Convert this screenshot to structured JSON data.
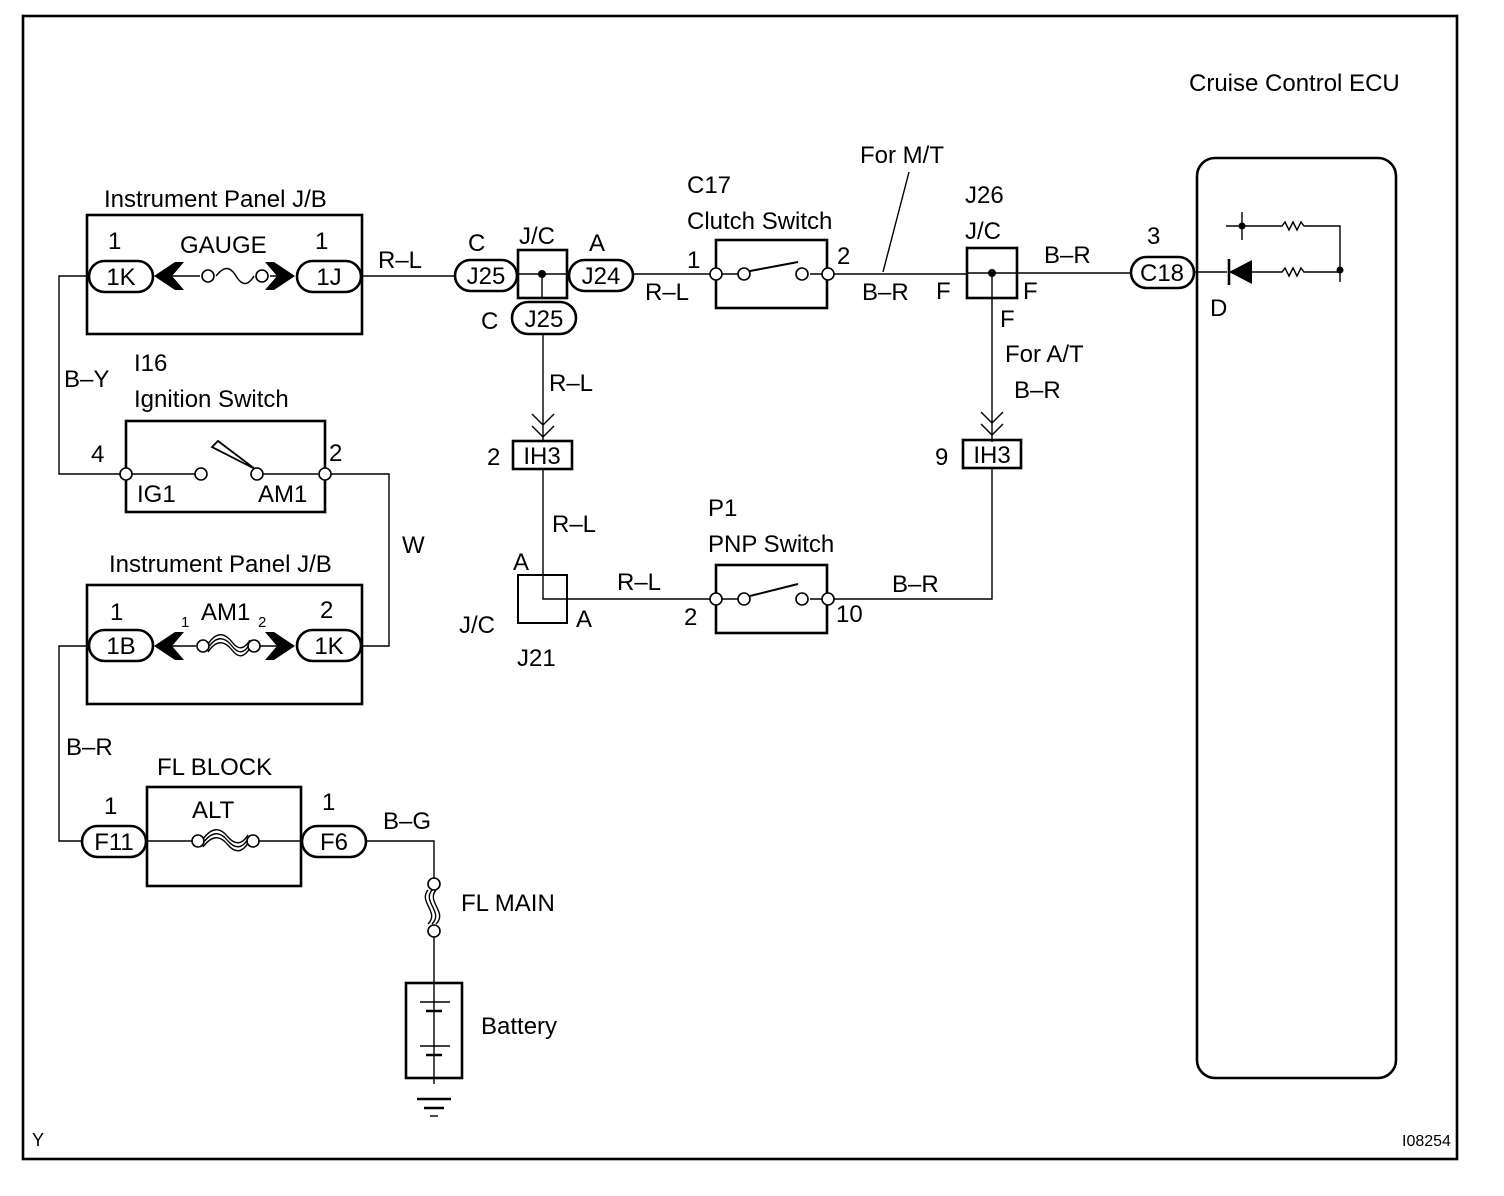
{
  "frame": {
    "corner_left": "Y",
    "corner_right": "I08254"
  },
  "ecu": {
    "title": "Cruise Control ECU",
    "connector": "C18",
    "pin": "3",
    "terminal": "D"
  },
  "jb_gauge": {
    "title": "Instrument Panel J/B",
    "fuse": "GAUGE",
    "left_connector": "1K",
    "left_pin": "1",
    "right_connector": "1J",
    "right_pin": "1"
  },
  "ignition": {
    "code": "I16",
    "title": "Ignition Switch",
    "left_pin": "4",
    "right_pin": "2",
    "left_terminal": "IG1",
    "right_terminal": "AM1"
  },
  "jb_am1": {
    "title": "Instrument Panel J/B",
    "fuse": "AM1",
    "fuse_pin_left": "1",
    "fuse_pin_right": "2",
    "left_connector": "1B",
    "left_pin": "1",
    "right_connector": "1K",
    "right_pin": "2"
  },
  "fl_block": {
    "title": "FL BLOCK",
    "fuse": "ALT",
    "left_connector": "F11",
    "left_pin": "1",
    "right_connector": "F6",
    "right_pin": "1"
  },
  "fl_main": "FL MAIN",
  "battery": "Battery",
  "jc_j24": {
    "title": "J/C",
    "left_connector": "J25",
    "left_letter": "C",
    "right_connector": "J24",
    "right_letter": "A",
    "bottom_connector": "J25",
    "bottom_letter": "C"
  },
  "clutch": {
    "code": "C17",
    "title": "Clutch Switch",
    "left_pin": "1",
    "right_pin": "2"
  },
  "for_mt": "For M/T",
  "for_at": "For A/T",
  "j26": {
    "code": "J26",
    "title": "J/C",
    "left_letter": "F",
    "right_letter": "F",
    "bottom_letter": "F"
  },
  "ih3_left": {
    "connector": "IH3",
    "pin": "2"
  },
  "ih3_right": {
    "connector": "IH3",
    "pin": "9"
  },
  "j21": {
    "title": "J/C",
    "code": "J21",
    "top_letter": "A",
    "right_letter": "A"
  },
  "pnp": {
    "code": "P1",
    "title": "PNP Switch",
    "left_pin": "2",
    "right_pin": "10"
  },
  "wires": {
    "by": "B–Y",
    "w": "W",
    "br_left": "B–R",
    "bg": "B–G",
    "rl_top": "R–L",
    "rl_j24": "R–L",
    "rl_vert": "R–L",
    "rl_j21": "R–L",
    "rl_pnp": "R–L",
    "br_clutch": "B–R",
    "br_ecu": "B–R",
    "br_at": "B–R",
    "br_pnp": "B–R"
  }
}
